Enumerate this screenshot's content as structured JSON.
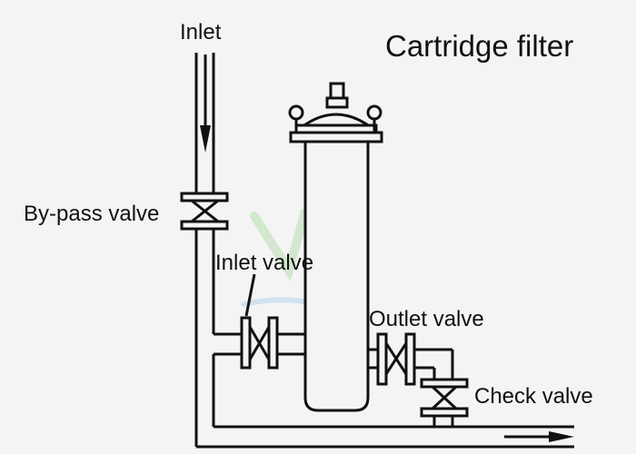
{
  "title": "Cartridge filter",
  "labels": {
    "inlet": "Inlet",
    "bypass_valve": "By-pass valve",
    "inlet_valve": "Inlet valve",
    "outlet_valve": "Outlet valve",
    "check_valve": "Check valve"
  },
  "colors": {
    "line": "#111111",
    "background": "#f4f4f4",
    "watermark_green": "#b8e0b0",
    "watermark_blue": "#b8d4ec"
  },
  "watermark_mark": "®"
}
